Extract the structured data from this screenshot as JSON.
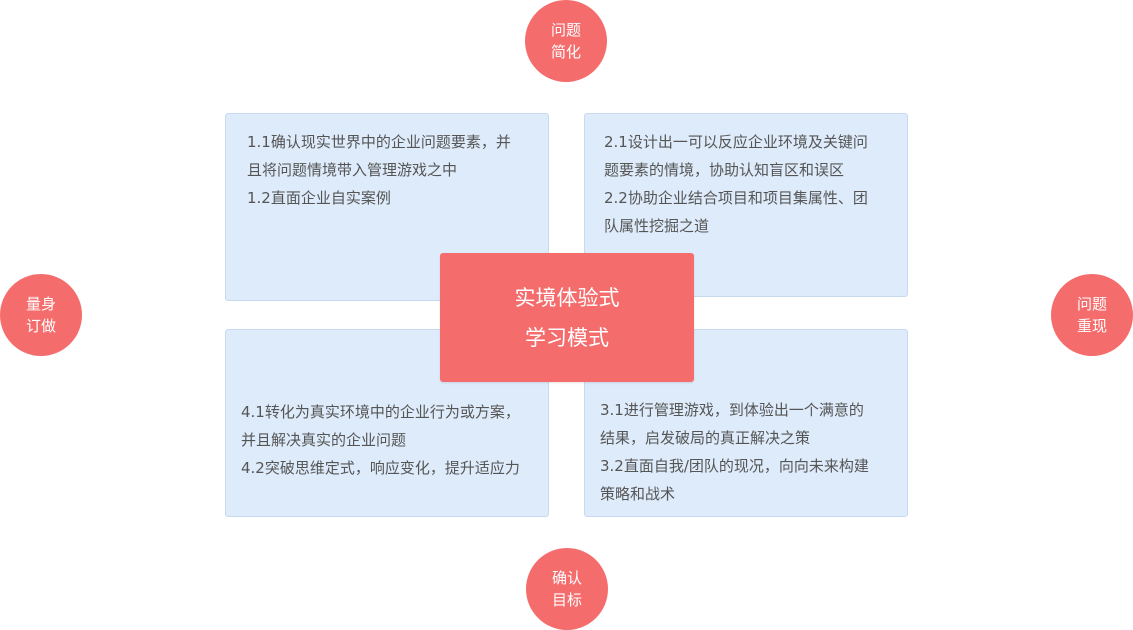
{
  "center": {
    "line1": "实境体验式",
    "line2": "学习模式"
  },
  "circles": {
    "top": {
      "line1": "问题",
      "line2": "简化"
    },
    "right": {
      "line1": "问题",
      "line2": "重现"
    },
    "bottom": {
      "line1": "确认",
      "line2": "目标"
    },
    "left": {
      "line1": "量身",
      "line2": "订做"
    }
  },
  "boxes": {
    "q1": {
      "lines": [
        "1.1确认现实世界中的企业问题要素，并",
        "且将问题情境带入管理游戏之中",
        "1.2直面企业自实案例"
      ]
    },
    "q2": {
      "lines": [
        "2.1设计出一可以反应企业环境及关键问",
        "题要素的情境，协助认知盲区和误区",
        "2.2协助企业结合项目和项目集属性、团",
        "队属性挖掘之道"
      ]
    },
    "q3": {
      "lines": [
        "3.1进行管理游戏，到体验出一个满意的",
        "结果，启发破局的真正解决之策",
        "3.2直面自我/团队的现况，向向未来构建",
        "策略和战术"
      ]
    },
    "q4": {
      "lines": [
        "4.1转化为真实环境中的企业行为或方案，",
        "并且解决真实的企业问题",
        "4.2突破思维定式，响应变化，提升适应力"
      ]
    }
  },
  "colors": {
    "accent": "#f56c6c",
    "box_background": "#deebfb",
    "box_border": "#c9d9ee",
    "text": "#555555"
  }
}
